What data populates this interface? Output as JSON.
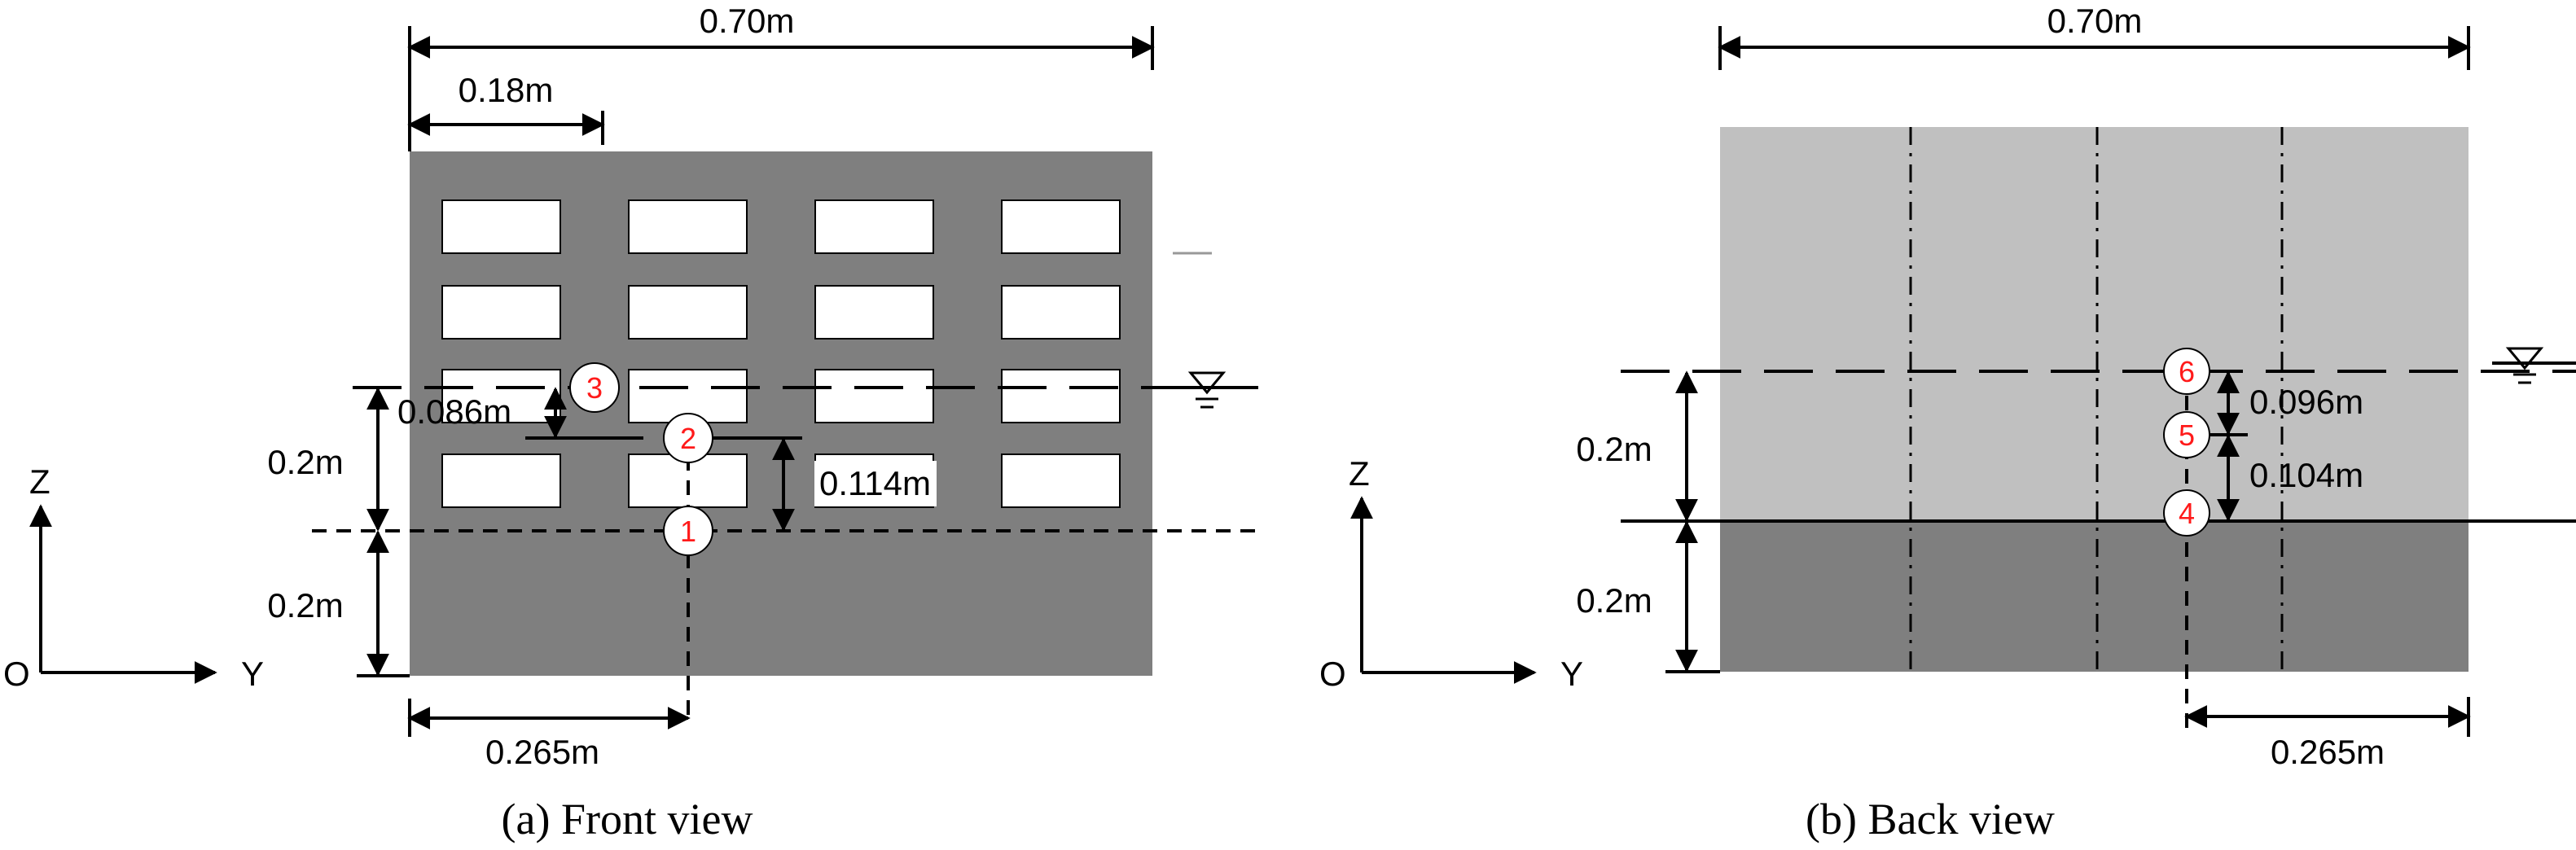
{
  "front_view": {
    "caption": "(a)  Front view",
    "dim_width": "0.70m",
    "dim_window": "0.18m",
    "dim_offset": "0.265m",
    "dim_upper": "0.2m",
    "dim_lower": "0.2m",
    "dim_p3": "0.086m",
    "dim_p2": "0.114m",
    "points": [
      "1",
      "2",
      "3"
    ]
  },
  "back_view": {
    "caption": "(b)  Back view",
    "dim_width": "0.70m",
    "dim_offset": "0.265m",
    "dim_upper": "0.2m",
    "dim_lower": "0.2m",
    "dim_p6": "0.096m",
    "dim_p5": "0.104m",
    "points": [
      "4",
      "5",
      "6"
    ]
  },
  "axes_front": {
    "z": "Z",
    "y": "Y",
    "origin": "O"
  },
  "axes_back": {
    "z": "Z",
    "y": "Y",
    "origin": "O"
  },
  "colors": {
    "front_panel": "#7f7f7f",
    "back_upper": "#c0c0c0",
    "back_lower": "#7f7f7f",
    "point_label": "#ff1a1a"
  },
  "icons": {
    "water_level": "water-level-icon"
  }
}
